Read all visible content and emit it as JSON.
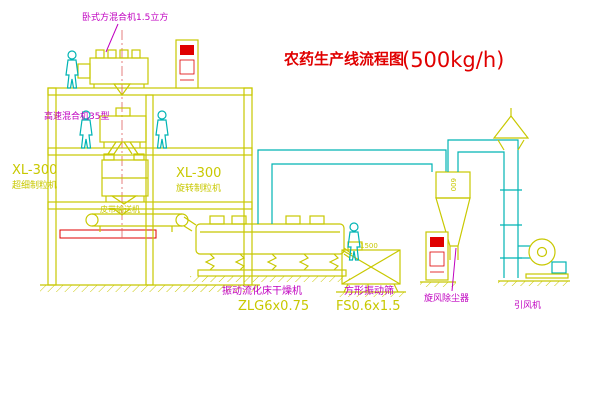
{
  "title": {
    "main": "农药生产线流程图",
    "capacity": "(500kg/h)"
  },
  "labels": {
    "mixer_top": "卧式方混合机1.5立方",
    "mixer_high_speed": "高速混合机35型",
    "granulator_left_model": "XL-300",
    "granulator_left_name": "超细制粒机",
    "granulator_right_model": "XL-300",
    "granulator_right_name": "旋转制粒机",
    "belt_conveyor": "皮带输送机",
    "dryer_name": "振动流化床干燥机",
    "dryer_model": "ZLG6x0.75",
    "sieve_name": "方形振动筛",
    "sieve_model": "FS0.6x1.5",
    "cyclone": "旋风除尘器",
    "fan": "引风机",
    "duct_dim": "600",
    "sieve_dim": "1500"
  },
  "colors": {
    "line_yellow": "#c8c800",
    "line_cyan": "#00b4b4",
    "label_magenta": "#c000c0",
    "accent_red": "#e00000",
    "background": "#ffffff"
  }
}
